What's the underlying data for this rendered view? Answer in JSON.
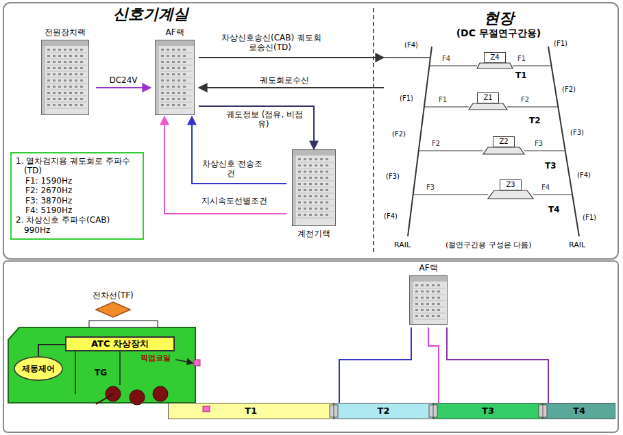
{
  "diagram": {
    "nodes": [
      {
        "text": [
          "전원장치랙"
        ]
      },
      {
        "text": [
          "AF랙"
        ]
      },
      {
        "text": [
          "계전기랙"
        ]
      },
      {
        "text": [
          "1. 열차검지용 궤도회로 주파수(TD)",
          "F1: 1590Hz",
          "F2: 2670Hz",
          "F3: 3870Hz",
          "F4: 5190Hz",
          "2. 차상신호 주파수(CAB) 990Hz"
        ]
      },
      {
        "text": [
          "현장",
          "(DC 무절연구간용)"
        ]
      },
      {
        "text": [
          "Z4"
        ],
        "in": 4
      },
      {
        "text": [
          "Z1"
        ],
        "in": 4
      },
      {
        "text": [
          "Z2"
        ],
        "in": 4
      },
      {
        "text": [
          "Z3"
        ],
        "in": 4
      },
      {
        "text": [
          "AF랙"
        ]
      },
      {
        "text": [
          "ATC 차상장치"
        ]
      },
      {
        "text": [
          "제동제어"
        ]
      },
      {
        "text": [
          "전차선(TF)"
        ]
      },
      {
        "text": [
          "T1"
        ]
      },
      {
        "text": [
          "T2"
        ]
      },
      {
        "text": [
          "T3"
        ]
      },
      {
        "text": [
          "T4"
        ]
      }
    ],
    "edges": [
      {
        "from": 0,
        "to": 1,
        "label": "DC24V",
        "arrow": "to"
      },
      {
        "from": 1,
        "to": 4,
        "label": "차상신호송신(CAB) 궤도회로송신(TD)",
        "arrow": "to"
      },
      {
        "from": 4,
        "to": 1,
        "label": "궤도회로수신",
        "arrow": "to"
      },
      {
        "from": 1,
        "to": 2,
        "label": "궤도정보 (점유, 비점유)",
        "arrow": "to"
      },
      {
        "from": 2,
        "to": 1,
        "label": "차상신호 전송조건",
        "arrow": "to"
      },
      {
        "from": 2,
        "to": 1,
        "label": "지시속도선별조건",
        "arrow": "to"
      },
      {
        "from": 10,
        "to": 11,
        "arrow": "none"
      },
      {
        "from": 9,
        "to": 14,
        "arrow": "none"
      },
      {
        "from": 9,
        "to": 15,
        "arrow": "none"
      },
      {
        "from": 9,
        "to": 16,
        "arrow": "none"
      }
    ],
    "labels": [
      "신호기계실",
      "(절연구간용 구성은 다름)",
      "RAIL",
      "RAIL",
      "T1",
      "T2",
      "T3",
      "T4",
      "(F4)",
      "(F1)",
      "(F2)",
      "(F3)",
      "(F4)",
      "(F1)",
      "(F2)",
      "(F3)",
      "(F4)",
      "(F1)",
      "F4",
      "F1",
      "F1",
      "F2",
      "F2",
      "F3",
      "F3",
      "F4",
      "TG",
      "픽업코일"
    ]
  }
}
